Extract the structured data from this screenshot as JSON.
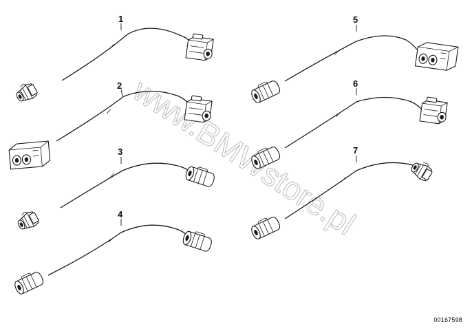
{
  "diagram": {
    "parts": [
      {
        "label": "1"
      },
      {
        "label": "2"
      },
      {
        "label": "3"
      },
      {
        "label": "4"
      },
      {
        "label": "5"
      },
      {
        "label": "6"
      },
      {
        "label": "7"
      }
    ],
    "drawing_code": "00167598",
    "watermark": "www.BMWstore.pl"
  }
}
